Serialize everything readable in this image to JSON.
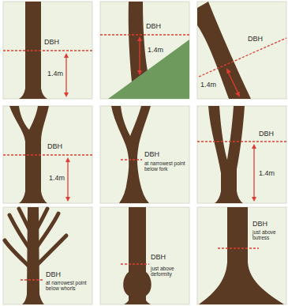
{
  "diagram": {
    "nodes": [
      {
        "text": [
          "DBH",
          "1.4m"
        ]
      },
      {
        "text": [
          "DBH",
          "1.4m"
        ]
      },
      {
        "text": [
          "DBH",
          "1.4m"
        ]
      },
      {
        "text": [
          "DBH",
          "1.4m"
        ]
      },
      {
        "text": [
          "DBH",
          "at narrowest point below fork"
        ]
      },
      {
        "text": [
          "DBH",
          "1.4m"
        ]
      },
      {
        "text": [
          "DBH",
          "at narrowest point below whorls"
        ]
      },
      {
        "text": [
          "DBH",
          "just above deformity"
        ]
      },
      {
        "text": [
          "DBH",
          "just above butress"
        ]
      }
    ]
  }
}
